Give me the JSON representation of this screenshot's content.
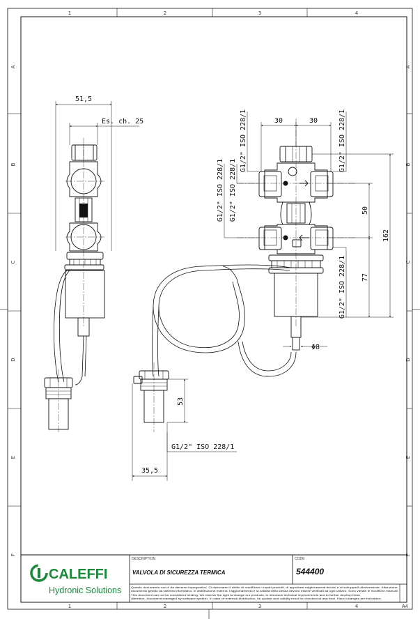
{
  "sheet": {
    "zone_columns": [
      "1",
      "2",
      "3",
      "4"
    ],
    "zone_rows": [
      "A",
      "B",
      "C",
      "D",
      "E",
      "F"
    ]
  },
  "dimensions": {
    "width_overall": "51,5",
    "hex_wrench": "Es. ch. 25",
    "port_spacing_left": "30",
    "port_spacing_right": "30",
    "thread_top_left": "G1/2\" ISO 228/1",
    "thread_top_right": "G1/2\" ISO 228/1",
    "thread_side_left_a": "G1/2\" ISO 228/1",
    "thread_side_left_b": "G1/2\" ISO 228/1",
    "thread_body_right": "G1/2\" ISO 228/1",
    "thread_probe": "G1/2\" ISO 228/1",
    "port_center_distance": "50",
    "height_total": "162",
    "height_lower": "77",
    "capillary_diameter": "Φ8",
    "probe_length": "53",
    "probe_offset": "35,5"
  },
  "title_block": {
    "brand_name": "CALEFFI",
    "brand_tagline": "Hydronic Solutions",
    "description_label": "DESCRIPTION",
    "description_value": "VALVOLA DI SICUREZZA TERMICA",
    "code_label": "CODE",
    "code_value": "544400",
    "sheet_size": "A4",
    "legal_it_1": "Questo documento non è da ritenersi impegnativo. Ci riserviamo il diritto di modificare i nostri prodotti, di apportare miglioramenti tecnici e di svilupparli ulteriormente. Attenzione,",
    "legal_it_2": "documento gestito da sistema informatico. in distribuzione esterna, l'aggiornamento e la validità della stessa devono essere verificati ad ogni utilizzo. Sono vietate le modifiche manuali.",
    "legal_en_1": "This document can not be considered binding. We reserve the right to change our products, to introduce technical improvements and to further develop them.",
    "legal_en_2": "Attention, document managed by software system. In case of external distribution, its update and validity must be checked at any time. Hand changes are forbidden."
  },
  "colors": {
    "brand_green": "#1a8a3a",
    "line": "#111111"
  }
}
